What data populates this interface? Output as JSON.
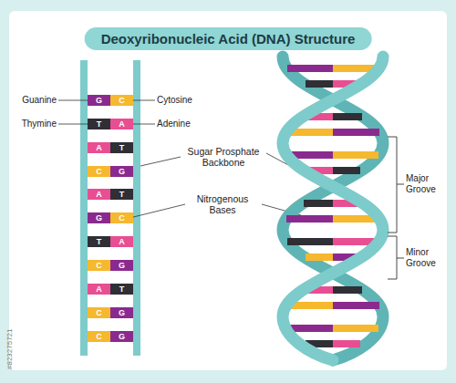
{
  "diagram": {
    "title": "Deoxyribonucleic Acid (DNA) Structure",
    "nodes": [
      {
        "text": [
          "G"
        ]
      },
      {
        "text": [
          "C"
        ]
      },
      {
        "text": [
          "T"
        ]
      },
      {
        "text": [
          "A"
        ]
      },
      {
        "text": [
          "A"
        ]
      },
      {
        "text": [
          "T"
        ]
      },
      {
        "text": [
          "C"
        ]
      },
      {
        "text": [
          "G"
        ]
      },
      {
        "text": [
          "A"
        ]
      },
      {
        "text": [
          "T"
        ]
      },
      {
        "text": [
          "G"
        ]
      },
      {
        "text": [
          "C"
        ]
      },
      {
        "text": [
          "T"
        ]
      },
      {
        "text": [
          "A"
        ]
      },
      {
        "text": [
          "C"
        ]
      },
      {
        "text": [
          "G"
        ]
      },
      {
        "text": [
          "A"
        ]
      },
      {
        "text": [
          "T"
        ]
      },
      {
        "text": [
          "C"
        ]
      },
      {
        "text": [
          "G"
        ]
      },
      {
        "text": [
          "C"
        ]
      },
      {
        "text": [
          "G"
        ]
      }
    ],
    "labels": [
      "Guanine",
      "Cytosine",
      "Thymine",
      "Adenine",
      "Sugar Prosphate Backbone",
      "Nitrogenous Bases",
      "Major Groove",
      "Minor Groove",
      "#823275721"
    ]
  }
}
